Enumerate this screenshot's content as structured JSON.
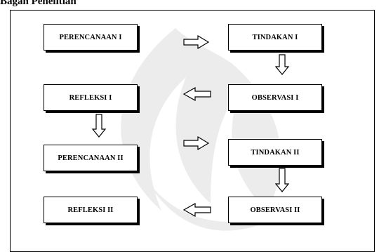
{
  "heading": "Bagan Penelitian",
  "nodes": [
    {
      "id": "perencanaan-1",
      "label": "PERENCANAAN I"
    },
    {
      "id": "tindakan-1",
      "label": "TINDAKAN I"
    },
    {
      "id": "observasi-1",
      "label": "OBSERVASI I"
    },
    {
      "id": "refleksi-1",
      "label": "REFLEKSI I"
    },
    {
      "id": "perencanaan-2",
      "label": "PERENCANAAN II"
    },
    {
      "id": "tindakan-2",
      "label": "TINDAKAN II"
    },
    {
      "id": "observasi-2",
      "label": "OBSERVASI II"
    },
    {
      "id": "refleksi-2",
      "label": "REFLEKSI II"
    }
  ],
  "edges": [
    {
      "from": "perencanaan-1",
      "to": "tindakan-1",
      "direction": "right"
    },
    {
      "from": "tindakan-1",
      "to": "observasi-1",
      "direction": "down"
    },
    {
      "from": "observasi-1",
      "to": "refleksi-1",
      "direction": "left"
    },
    {
      "from": "refleksi-1",
      "to": "perencanaan-2",
      "direction": "down"
    },
    {
      "from": "perencanaan-2",
      "to": "tindakan-2",
      "direction": "right"
    },
    {
      "from": "tindakan-2",
      "to": "observasi-2",
      "direction": "down"
    },
    {
      "from": "observasi-2",
      "to": "refleksi-2",
      "direction": "left"
    }
  ]
}
